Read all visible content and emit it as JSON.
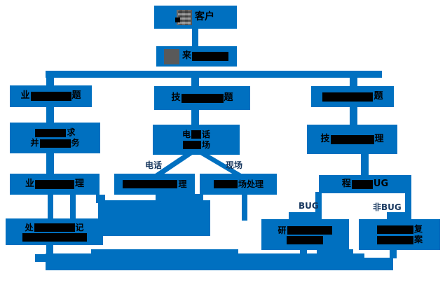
{
  "palette": {
    "node_blue": "#0070C0",
    "branch_label_color": "#17375E",
    "node_text_color": "#000000",
    "redaction_color": "#000000",
    "icon_light_gray": "#9C9C9C",
    "icon_dark_gray": "#595959",
    "background": "#FFFFFF"
  },
  "flowchart": {
    "nodes": {
      "customer": {
        "label": "客户",
        "icon": "customer-pixelated-avatar-icon"
      },
      "reception": {
        "icon": "reception-solid-square-icon",
        "lines": [
          [
            {
              "t": "来"
            },
            {
              "bar": 52
            }
          ]
        ]
      },
      "biz_problem": {
        "lines": [
          [
            {
              "t": "业"
            },
            {
              "bar": 58
            },
            {
              "t": "题"
            }
          ]
        ]
      },
      "tech_problem": {
        "lines": [
          [
            {
              "t": "技"
            },
            {
              "bar": 60
            },
            {
              "t": "题"
            }
          ]
        ]
      },
      "other_problem": {
        "lines": [
          [
            {
              "bar": 72
            },
            {
              "t": "题"
            }
          ]
        ]
      },
      "requirement": {
        "lines": [
          [
            {
              "bar": 44
            },
            {
              "t": "求"
            }
          ],
          [
            {
              "t": "并"
            },
            {
              "bar": 44
            },
            {
              "t": "务"
            }
          ]
        ]
      },
      "phone_site": {
        "lines": [
          [
            {
              "t": "电"
            },
            {
              "bar": 14
            },
            {
              "t": "话"
            }
          ],
          [
            {
              "bar": 26
            },
            {
              "t": "场"
            }
          ]
        ]
      },
      "tech_handle": {
        "lines": [
          [
            {
              "t": "技"
            },
            {
              "bar": 62
            },
            {
              "t": "理"
            }
          ]
        ]
      },
      "biz_process": {
        "lines": [
          [
            {
              "t": "业"
            },
            {
              "bar": 56
            },
            {
              "t": "理"
            }
          ]
        ]
      },
      "phone_remote": {
        "lines": [
          [
            {
              "bar": 78
            },
            {
              "t": "理"
            }
          ]
        ]
      },
      "site_handle": {
        "lines": [
          [
            {
              "bar": 34
            },
            {
              "t": "场处理"
            }
          ]
        ]
      },
      "program_bug": {
        "lines": [
          [
            {
              "t": "程"
            },
            {
              "bar": 30
            },
            {
              "t": "UG"
            }
          ]
        ]
      },
      "record": {
        "lines": [
          [
            {
              "t": "处"
            },
            {
              "bar": 58
            },
            {
              "t": "记"
            }
          ],
          [
            {
              "bar": 92
            }
          ]
        ]
      },
      "dev_fix": {
        "lines": [
          [
            {
              "t": "研"
            },
            {
              "bar": 64
            }
          ],
          [
            {
              "bar": 52
            }
          ]
        ]
      },
      "explain": {
        "lines": [
          [
            {
              "bar": 52
            },
            {
              "t": "复"
            }
          ],
          [
            {
              "bar": 52
            },
            {
              "t": "案"
            }
          ]
        ]
      }
    },
    "branch_labels": {
      "phone": "电话",
      "site": "现场",
      "bug": "BUG",
      "non_bug": "非BUG"
    }
  }
}
